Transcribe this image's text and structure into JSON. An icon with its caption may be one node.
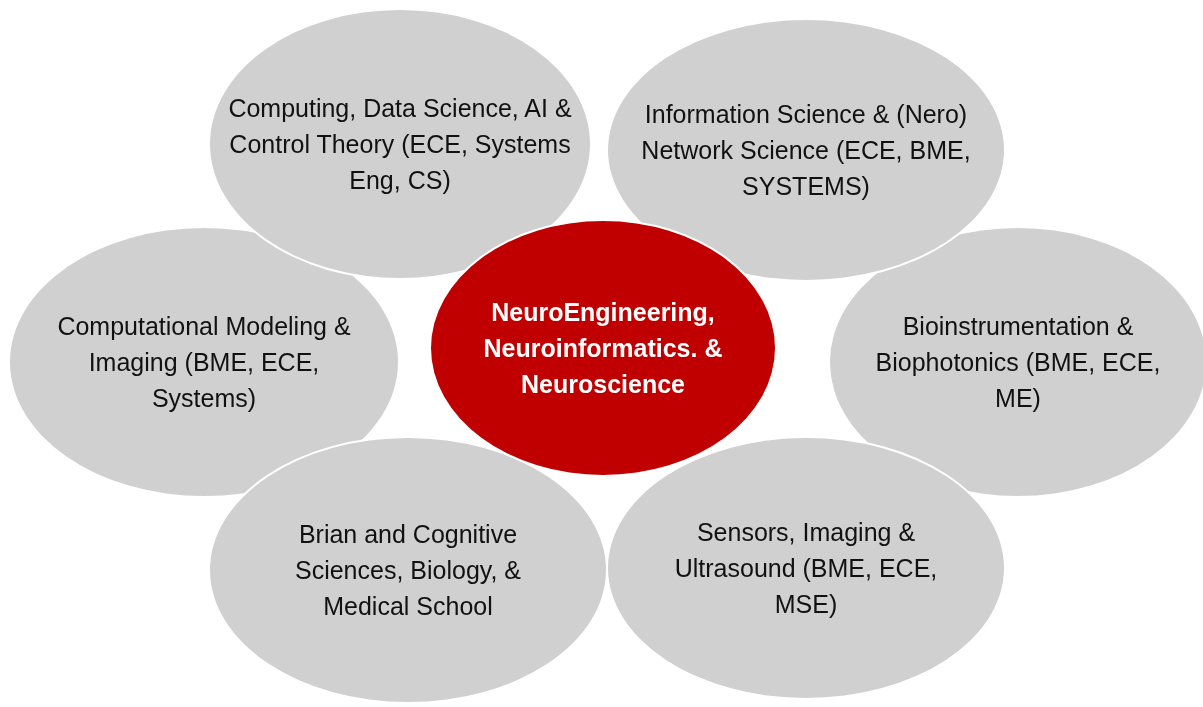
{
  "diagram": {
    "nodes": [
      {
        "text": [
          "Computing, Data Science, AI & Control Theory (ECE, Systems Eng, CS)"
        ]
      },
      {
        "text": [
          "Information Science & (Nero) Network Science (ECE, BME, SYSTEMS)"
        ]
      },
      {
        "text": [
          "Computational Modeling & Imaging (BME, ECE, Systems)"
        ]
      },
      {
        "text": [
          "NeuroEngineering, Neuroinformatics. & Neuroscience"
        ]
      },
      {
        "text": [
          "Bioinstrumentation & Biophotonics (BME, ECE, ME)"
        ]
      },
      {
        "text": [
          "Brian and Cognitive Sciences, Biology, & Medical School"
        ]
      },
      {
        "text": [
          "Sensors, Imaging & Ultrasound (BME, ECE, MSE)"
        ]
      }
    ]
  }
}
